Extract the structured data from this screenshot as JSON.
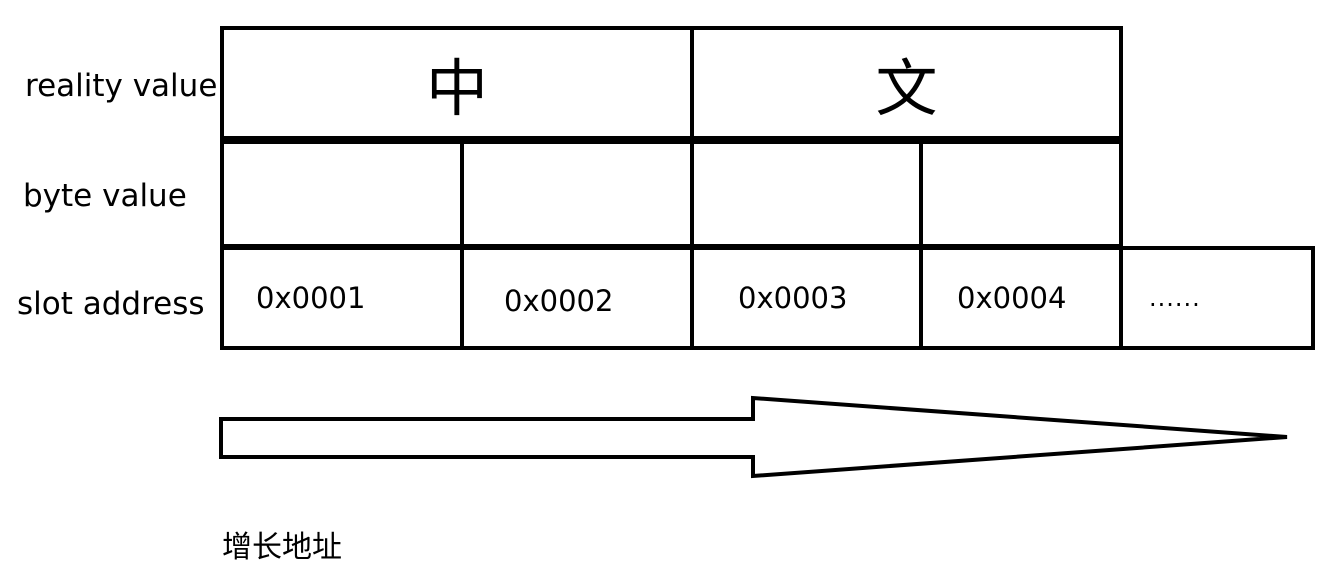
{
  "labels": {
    "reality": "reality value",
    "byte": "byte value",
    "slot": "slot address"
  },
  "reality_values": [
    "中",
    "文"
  ],
  "byte_values": [
    "",
    "",
    "",
    ""
  ],
  "slot_addresses": [
    "0x0001",
    "0x0002",
    "0x0003",
    "0x0004",
    "......"
  ],
  "arrow_caption": "增长地址"
}
